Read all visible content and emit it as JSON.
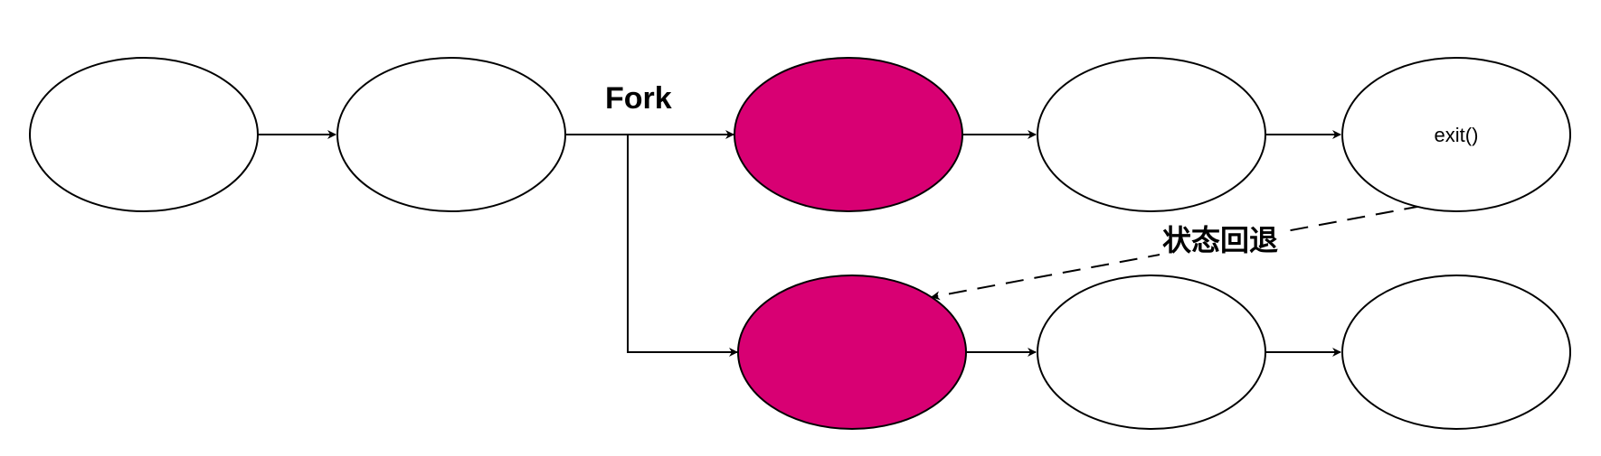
{
  "colors": {
    "highlight_fill": "#D80073",
    "default_fill": "#FFFFFF",
    "stroke": "#000000"
  },
  "labels": {
    "fork": "Fork",
    "rollback": "状态回退",
    "exit_node": "exit()"
  },
  "nodes": [
    {
      "id": "n1",
      "label": "",
      "highlighted": false
    },
    {
      "id": "n2",
      "label": "",
      "highlighted": false
    },
    {
      "id": "n3",
      "label": "",
      "highlighted": true
    },
    {
      "id": "n4",
      "label": "",
      "highlighted": false
    },
    {
      "id": "n5",
      "label": "exit()",
      "highlighted": false
    },
    {
      "id": "n6",
      "label": "",
      "highlighted": true
    },
    {
      "id": "n7",
      "label": "",
      "highlighted": false
    },
    {
      "id": "n8",
      "label": "",
      "highlighted": false
    }
  ]
}
